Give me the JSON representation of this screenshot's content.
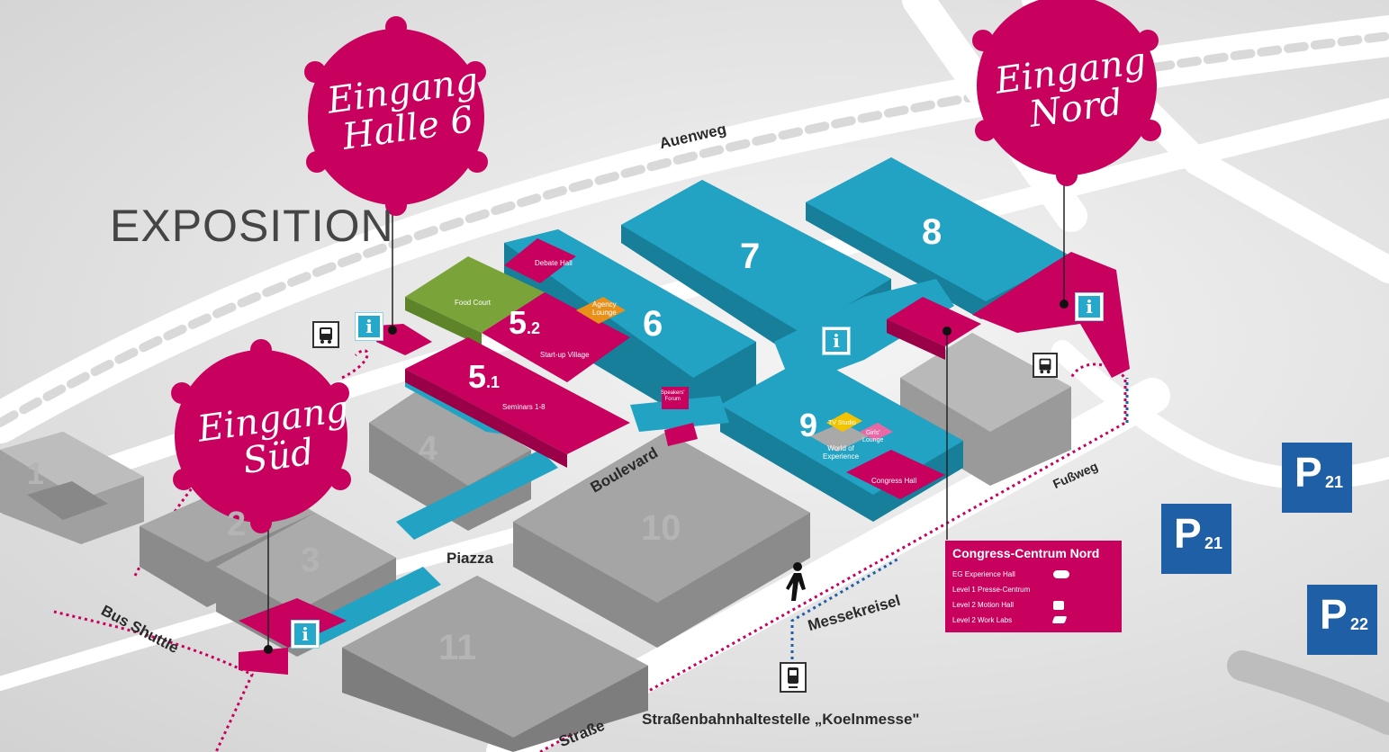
{
  "title": "EXPOSITION",
  "entrances": {
    "halle6": [
      "Eingang",
      "Halle 6"
    ],
    "nord": [
      "Eingang",
      "Nord"
    ],
    "sued": [
      "Eingang",
      "Süd"
    ]
  },
  "roads": {
    "auenweg": "Auenweg",
    "boulevard": "Boulevard",
    "piazza": "Piazza",
    "fussweg": "Fußweg",
    "messekreisel": "Messekreisel",
    "bus_shuttle": "Bus Shuttle",
    "strasse": "Straße",
    "tram_stop": "Straßenbahnhaltestelle „Koelnmesse\""
  },
  "halls": {
    "h1": "1",
    "h2": "2",
    "h3": "3",
    "h4": "4",
    "h10": "10",
    "h11": "11",
    "h7": "7",
    "h8": "8",
    "h6": "6",
    "h9": "9",
    "h5_1_main": "5",
    "h5_1_sub": ".1",
    "h5_2_main": "5",
    "h5_2_sub": ".2"
  },
  "areas": {
    "debate_hall": "Debate Hall",
    "food_court": "Food Court",
    "agency_lounge": [
      "Agency",
      "Lounge"
    ],
    "startup_village": "Start-up Village",
    "seminars": "Seminars 1-8",
    "speakers_forum": [
      "Speakers'",
      "Forum"
    ],
    "tv_studio": "TV Studio",
    "girls_lounge": [
      "Girls'",
      "Lounge"
    ],
    "world_of_experience": [
      "World of",
      "Experience"
    ],
    "congress_hall": "Congress Hall"
  },
  "congress_centrum": {
    "title": "Congress-Centrum Nord",
    "items": [
      "EG Experience Hall",
      "Level 1 Presse-Centrum",
      "Level 2 Motion Hall",
      "Level 2 Work Labs"
    ]
  },
  "parking": [
    {
      "letter": "P",
      "num": "21"
    },
    {
      "letter": "P",
      "num": "21"
    },
    {
      "letter": "P",
      "num": "22"
    }
  ],
  "info_symbol": "i",
  "colors": {
    "magenta": "#c8005e",
    "cyan": "#25a8c9",
    "green": "#7aa43a",
    "orange": "#e8911a",
    "yellow": "#f2c400",
    "parking_blue": "#1f5fa6",
    "grey_hall": "#8f8f8f"
  }
}
